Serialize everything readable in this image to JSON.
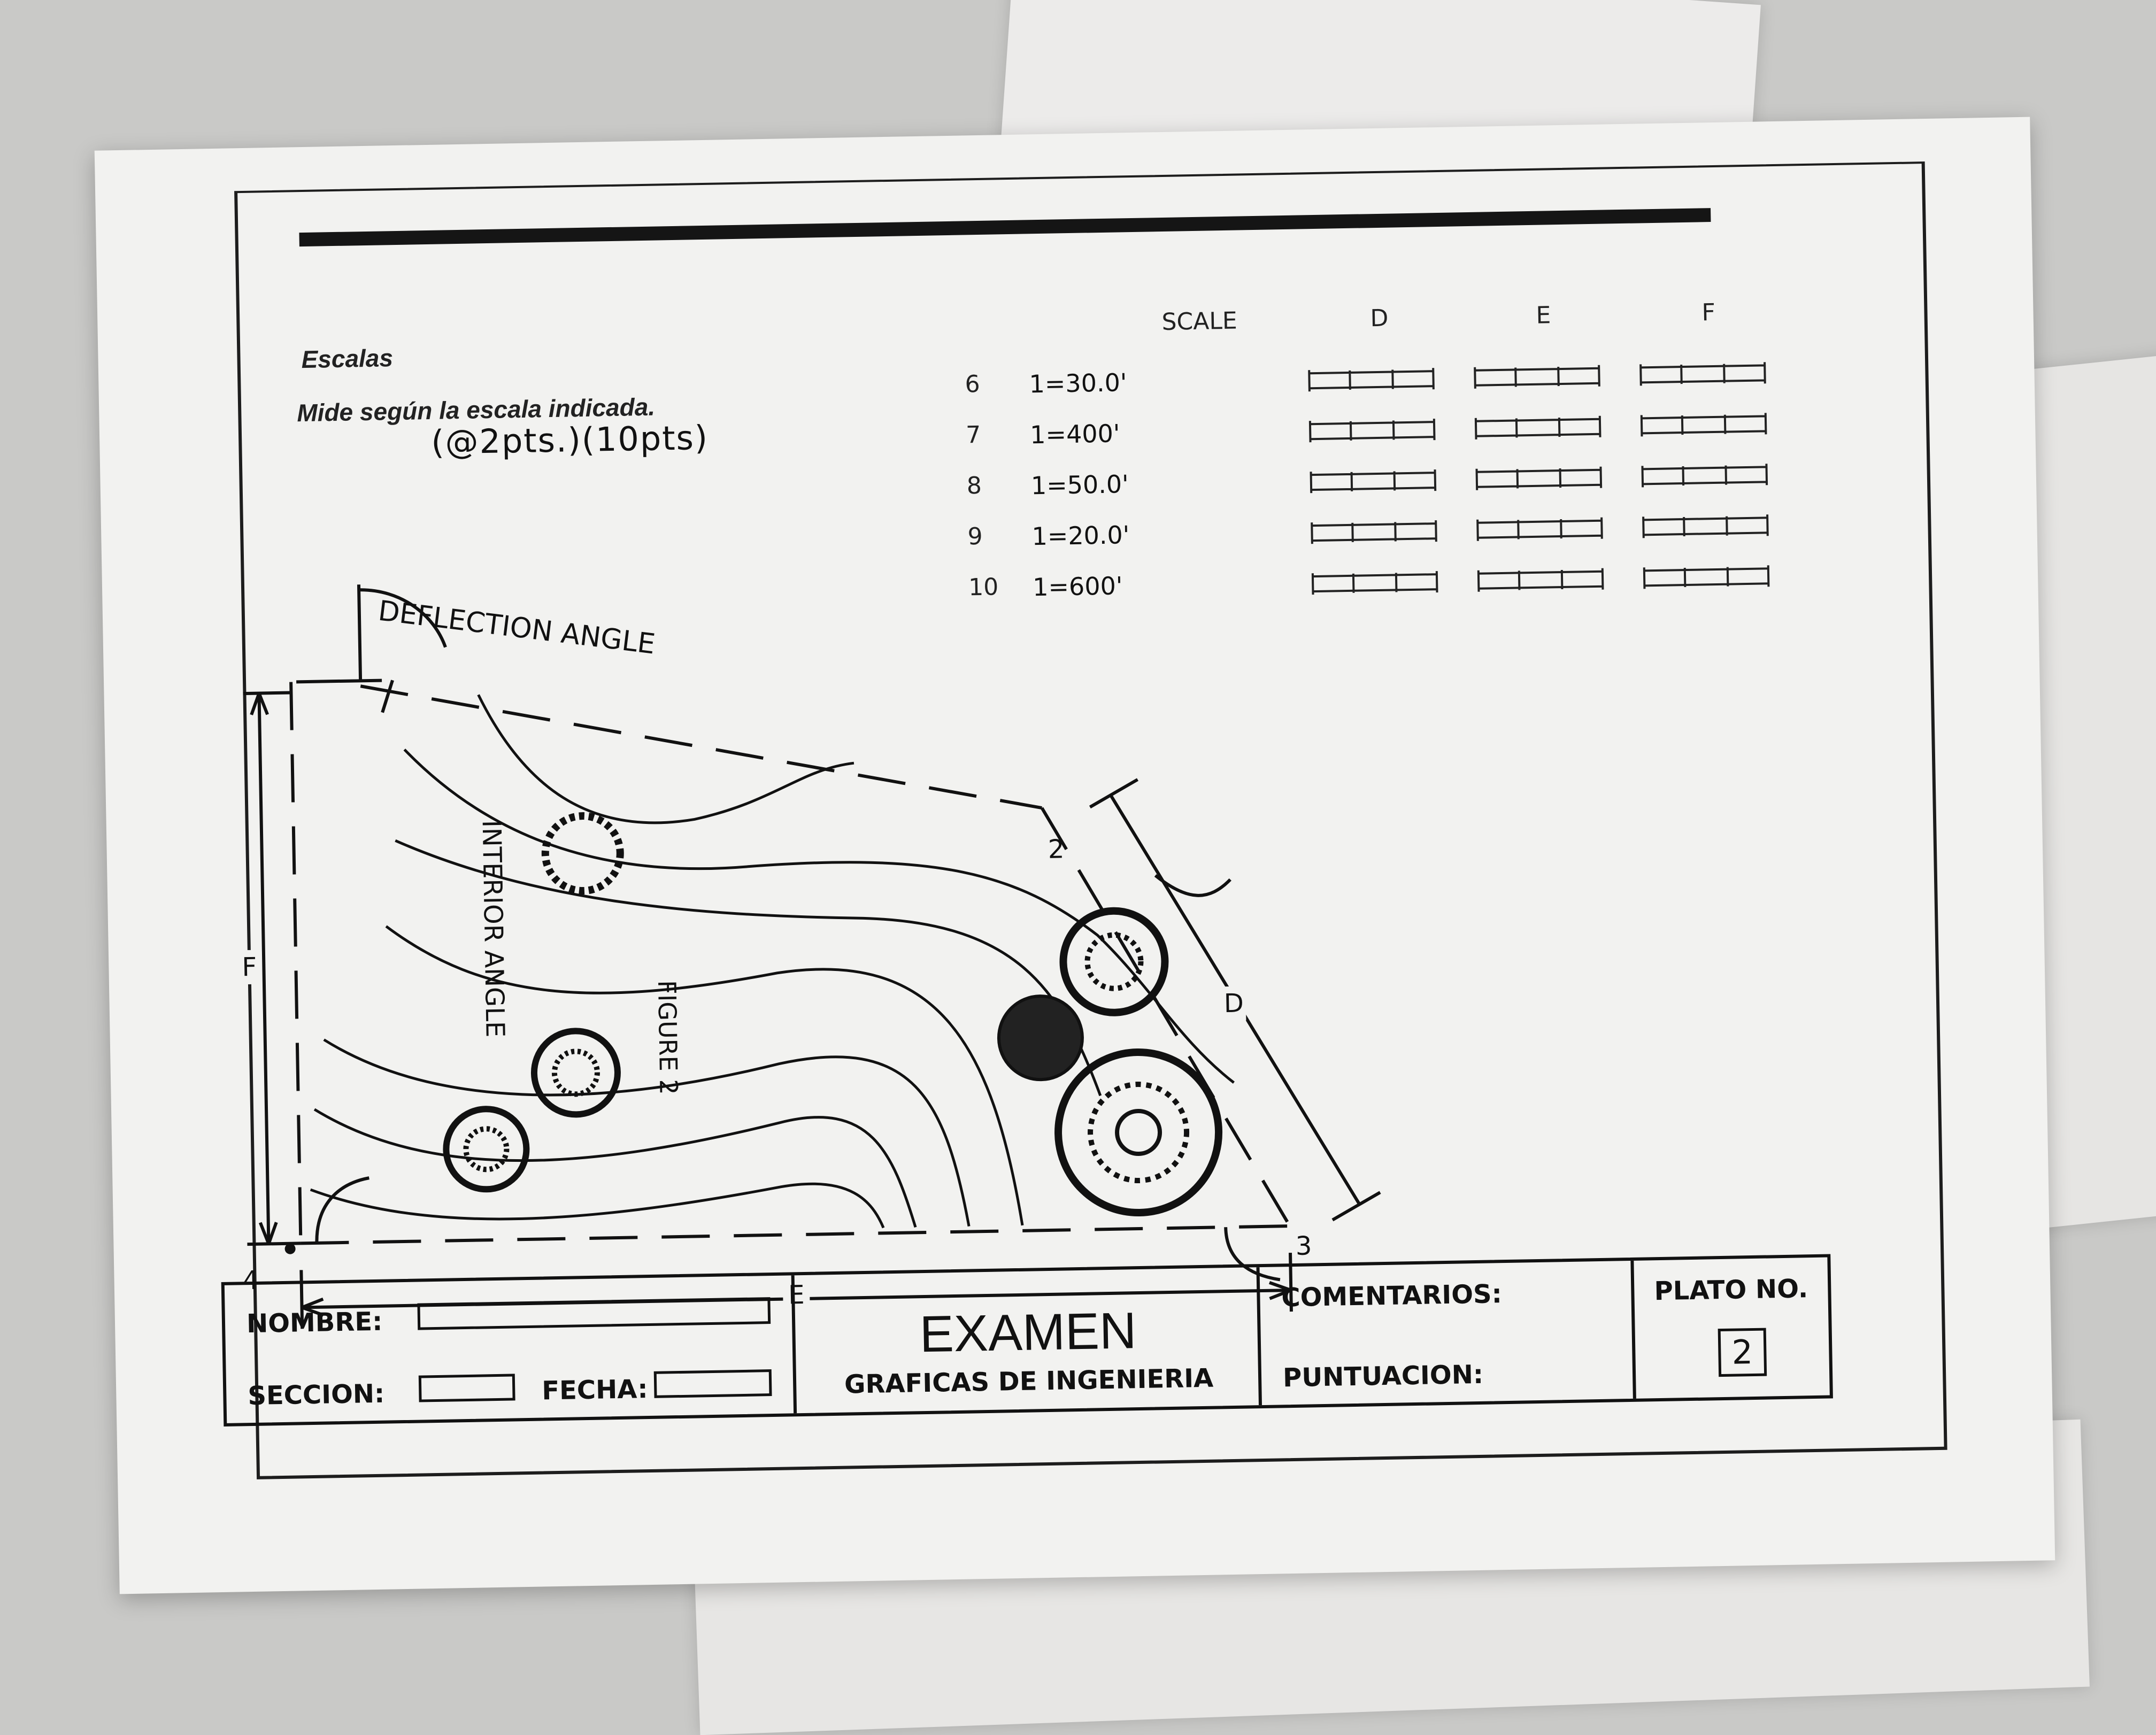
{
  "heading": {
    "title": "Escalas",
    "instruction": "Mide según la escala indicada.",
    "handwritten_note": "(@2pts.)(10pts)"
  },
  "scale_table": {
    "headers": [
      "SCALE",
      "D",
      "E",
      "F"
    ],
    "rows": [
      {
        "num": "6",
        "scale": "1=30.0'"
      },
      {
        "num": "7",
        "scale": "1=400'"
      },
      {
        "num": "8",
        "scale": "1=50.0'"
      },
      {
        "num": "9",
        "scale": "1=20.0'"
      },
      {
        "num": "10",
        "scale": "1=600'"
      }
    ]
  },
  "figure": {
    "deflection_label": "DEFLECTION ANGLE",
    "interior_label": "INTERIOR ANGLE",
    "figure_label": "FIGURE 2",
    "dim_f": "F",
    "dim_d": "D",
    "dim_e": "E",
    "corner_2": "2",
    "corner_3": "3",
    "corner_4": "4"
  },
  "title_block": {
    "nombre": "NOMBRE:",
    "seccion": "SECCION:",
    "fecha": "FECHA:",
    "examen": "EXAMEN",
    "course": "GRAFICAS DE INGENIERIA",
    "comentarios": "COMENTARIOS:",
    "puntuacion": "PUNTUACION:",
    "plato": "PLATO NO.",
    "plato_num": "2"
  },
  "colors": {
    "ink": "#111111",
    "paper": "#f2f2f0",
    "background": "#c9c9c7"
  }
}
